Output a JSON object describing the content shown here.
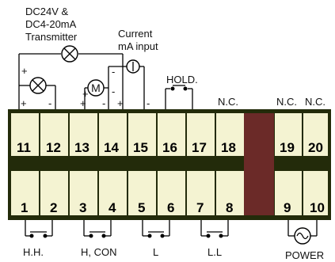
{
  "diagram": {
    "labels": {
      "transmitter_line1": "DC24V &",
      "transmitter_line2": "DC4-20mA",
      "transmitter_line3": "Transmitter",
      "current_line1": "Current",
      "current_line2": "mA input",
      "hold": "HOLD.",
      "nc_18": "N.C.",
      "nc_19": "N.C.",
      "nc_20": "N.C.",
      "plus_a": "+",
      "minus_a": "-",
      "plus_b": "+",
      "minus_b": "-",
      "plus_c": "+",
      "plus_d": "+",
      "minus_d": "-",
      "minus_e": "-",
      "plus_f": "+",
      "minus_f": "-",
      "meter_symbol": "M",
      "hh": "H.H.",
      "hcon": "H, CON",
      "l": "L",
      "ll": "L.L",
      "power": "POWER"
    },
    "top_terminals": [
      "11",
      "12",
      "13",
      "14",
      "15",
      "16",
      "17",
      "18",
      "19",
      "20"
    ],
    "bottom_terminals": [
      "1",
      "2",
      "3",
      "4",
      "5",
      "6",
      "7",
      "8",
      "9",
      "10"
    ],
    "colors": {
      "block_fill": "#f4f3d2",
      "block_band": "#232b0a",
      "separator": "#6b2a28",
      "wire": "#000000"
    }
  }
}
